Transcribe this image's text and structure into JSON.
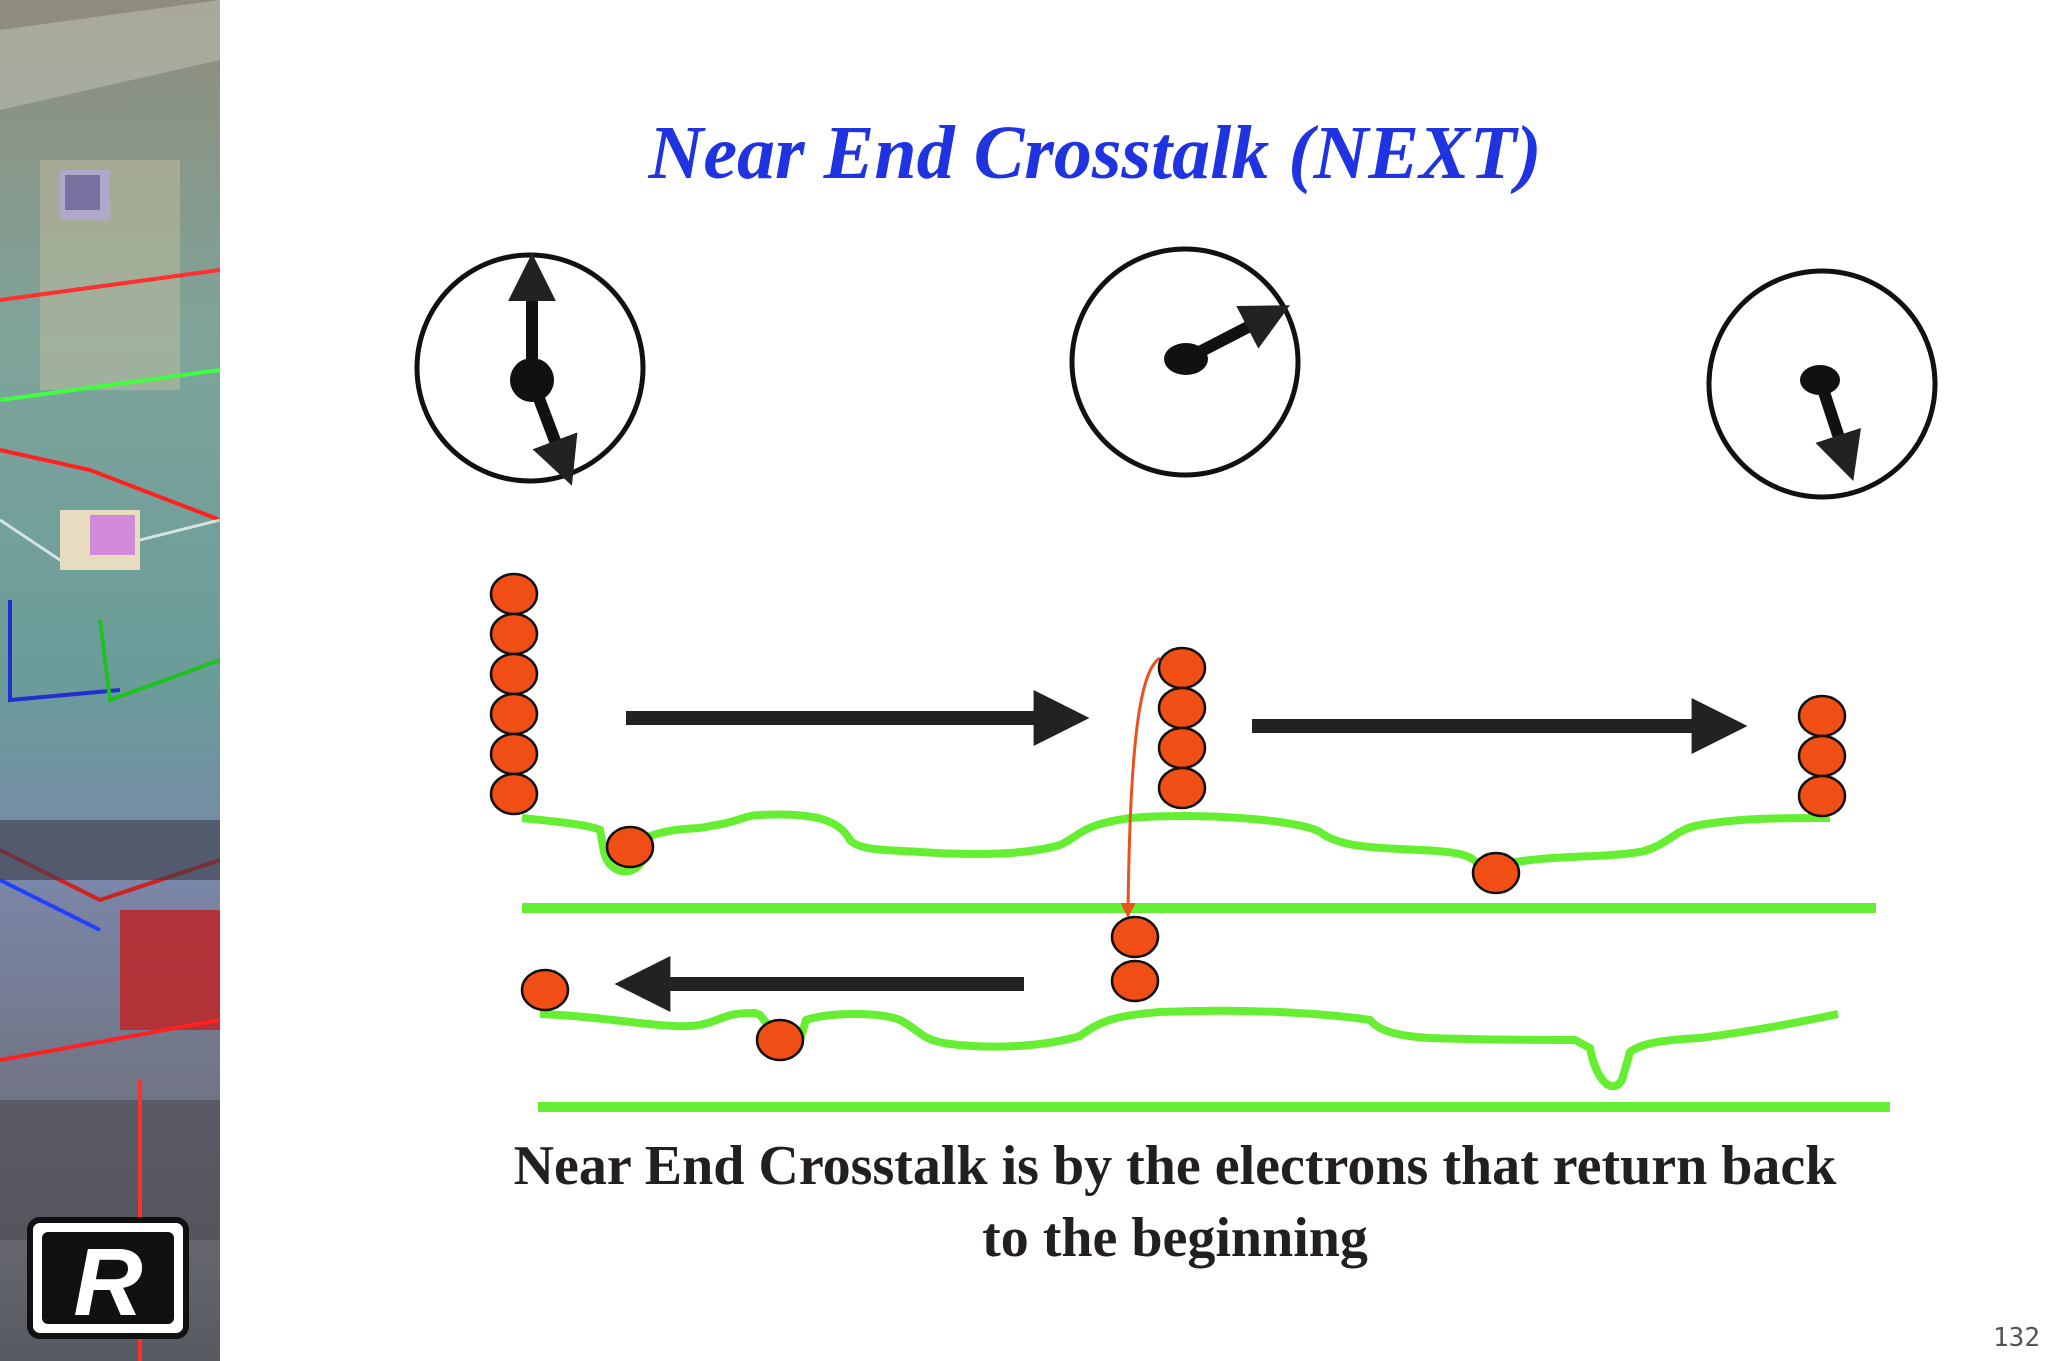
{
  "slide": {
    "title": "Near End Crosstalk (NEXT)",
    "caption_line1": "Near End Crosstalk is by the electrons that return back",
    "caption_line2": "to the beginning",
    "slide_number": "132",
    "logo_letter": "R"
  },
  "diagram": {
    "dials": [
      {
        "name": "dial-left",
        "needle": "pointing up and down"
      },
      {
        "name": "dial-middle",
        "needle": "pointing up-right"
      },
      {
        "name": "dial-right",
        "needle": "pointing down"
      }
    ],
    "electron_stacks": [
      {
        "name": "electron-stack-left",
        "count": 6
      },
      {
        "name": "electron-stack-middle",
        "count": 4
      },
      {
        "name": "electron-stack-right",
        "count": 3
      },
      {
        "name": "electron-stack-lower-middle",
        "count": 2
      }
    ],
    "arrows": [
      "right",
      "right",
      "left"
    ],
    "icons": [
      "clock-dial-icon",
      "electron-icon",
      "arrow-right-icon",
      "arrow-left-icon",
      "logo-icon"
    ]
  },
  "colors": {
    "title": "#1f33e0",
    "electron": "#f04e14",
    "wire": "#66ee33",
    "arrow": "#222222",
    "coupling_arrow": "#e8521c",
    "caption": "#231f20"
  }
}
